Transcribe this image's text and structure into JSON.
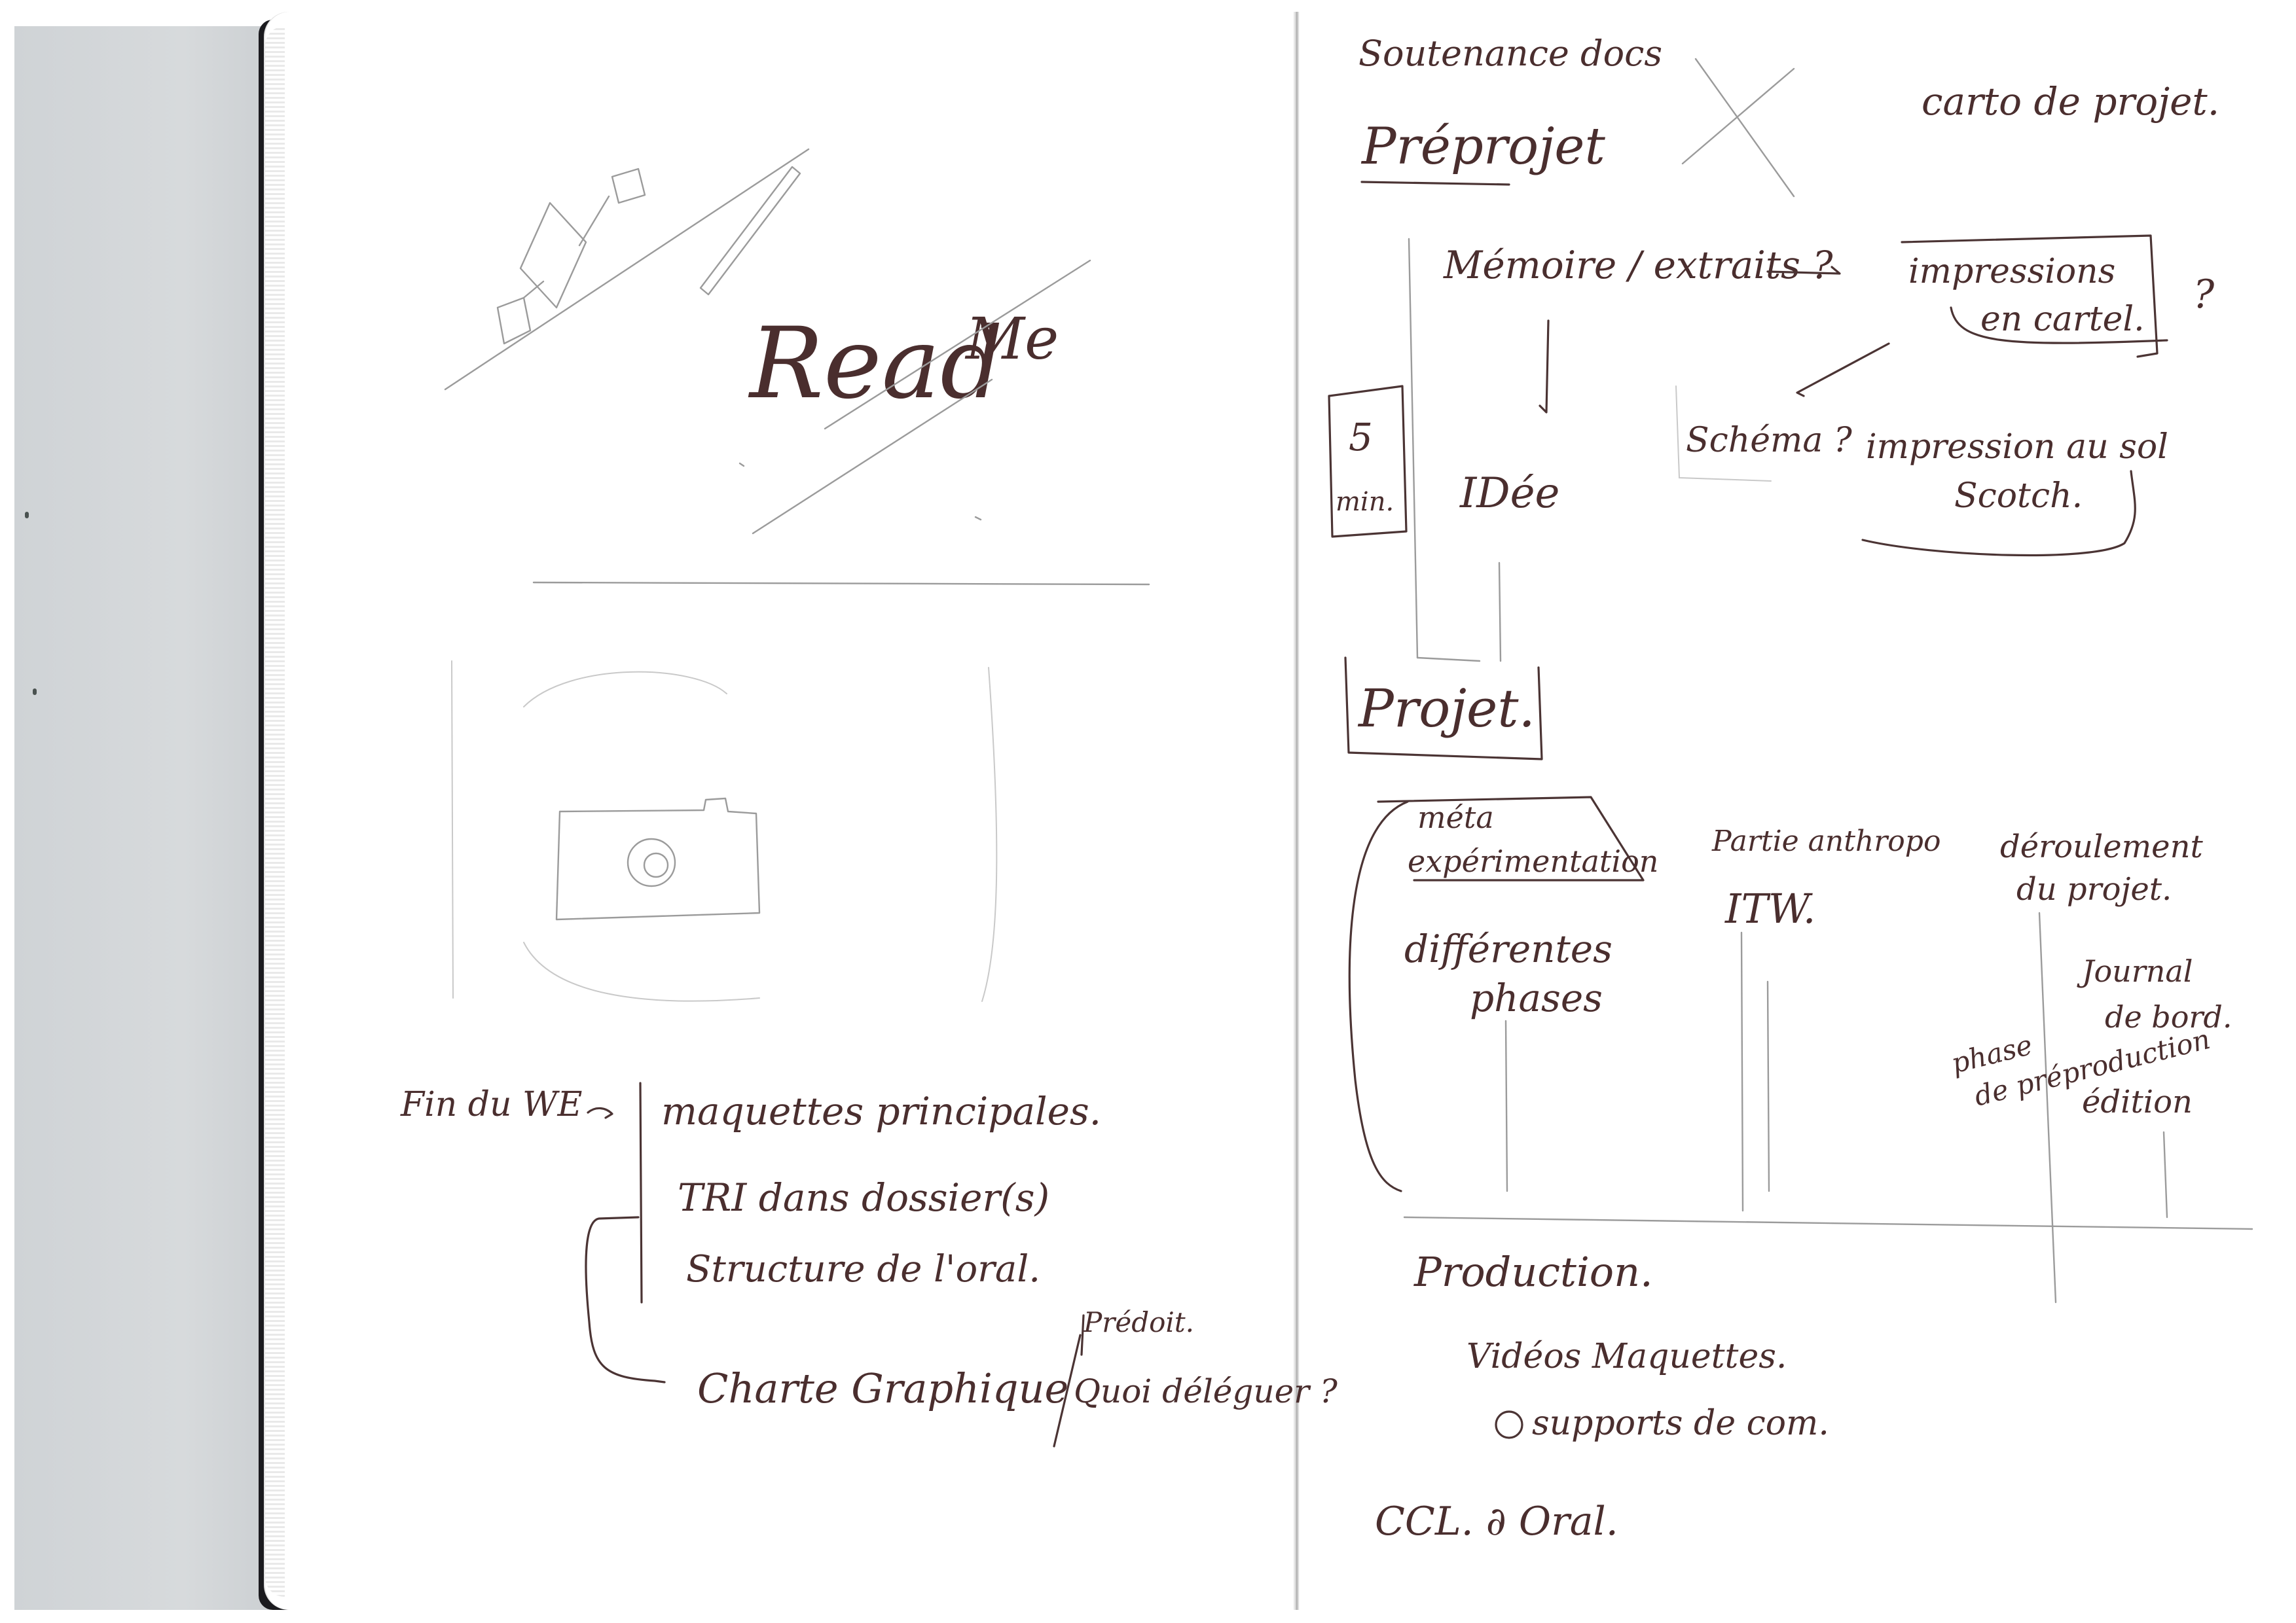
{
  "left_page": {
    "title": {
      "read": "Read",
      "me": "Me"
    },
    "checklist": {
      "heading": "Fin du WE",
      "items": [
        "maquettes principales.",
        "TRI dans dossier(s)",
        "Structure de l'oral."
      ],
      "branch_label": "Charte Graphique",
      "branch_notes": [
        "Prédoit.",
        "Quoi déléguer ?"
      ]
    }
  },
  "right_page": {
    "top_left": "Soutenance docs",
    "top_right": "carto de projet.",
    "preprojet": "Préprojet",
    "memoire": "Mémoire / extraits ?",
    "impressions": [
      "impressions",
      "en cartel."
    ],
    "question_mark": "?",
    "idee": "IDée",
    "duration": [
      "5",
      "min."
    ],
    "schema": "Schéma ?",
    "impression_sol": [
      "impression au sol",
      "Scotch."
    ],
    "projet": "Projet.",
    "meta": [
      "méta",
      "expérimentation"
    ],
    "phases": [
      "différentes",
      "phases"
    ],
    "anthropo": [
      "Partie anthropo",
      "ITW."
    ],
    "deroulement": [
      "déroulement",
      "du projet."
    ],
    "journal": [
      "Journal",
      "de bord."
    ],
    "phase_prepro": [
      "phase",
      "de préproduction"
    ],
    "edition": "édition",
    "production": "Production.",
    "production_items": [
      "Vidéos Maquettes.",
      "supports de com."
    ],
    "footer": "CCL. ∂ Oral."
  }
}
